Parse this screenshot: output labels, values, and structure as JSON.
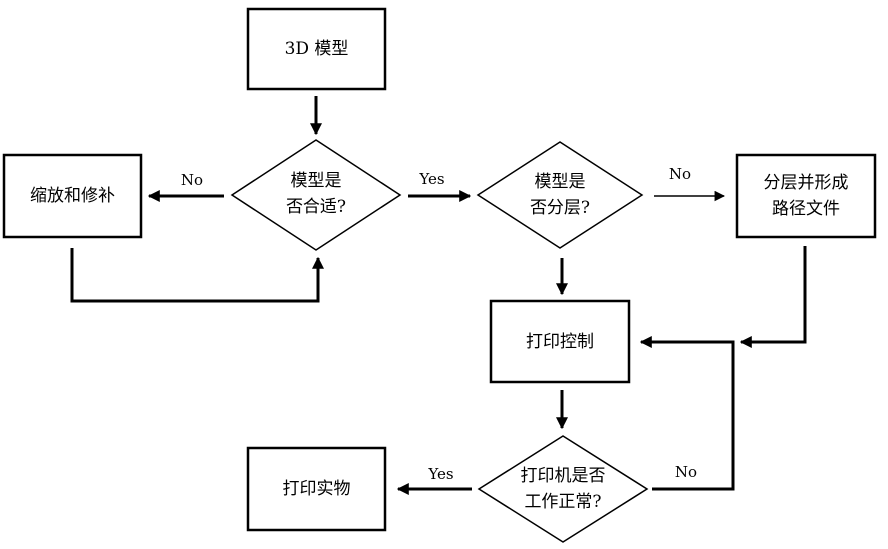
{
  "nodes": {
    "model_3d": "3D 模型",
    "check_fit_line1": "模型是",
    "check_fit_line2": "否合适?",
    "scale_repair": "缩放和修补",
    "check_layered_line1": "模型是",
    "check_layered_line2": "否分层?",
    "slice_path_line1": "分层并形成",
    "slice_path_line2": "路径文件",
    "print_control": "打印控制",
    "check_printer_line1": "打印机是否",
    "check_printer_line2": "工作正常?",
    "print_object": "打印实物"
  },
  "edges": {
    "fit_no": "No",
    "fit_yes": "Yes",
    "layered_no": "No",
    "printer_yes": "Yes",
    "printer_no": "No"
  }
}
